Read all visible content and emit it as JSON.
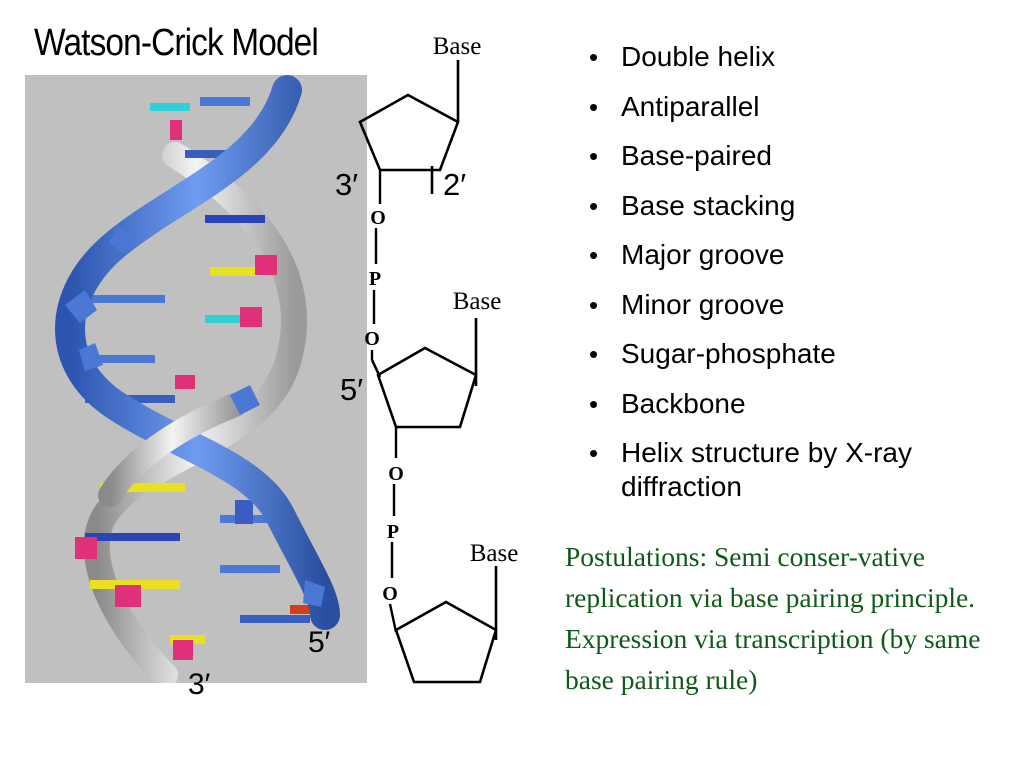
{
  "title": "Watson-Crick Model",
  "helix": {
    "end_bottom_left": "3′",
    "end_bottom_right": "5′"
  },
  "structure": {
    "base_labels": [
      "Base",
      "Base",
      "Base"
    ],
    "top_sugar_3prime": "3′",
    "top_sugar_2prime": "2′",
    "mid_sugar_5prime": "5′",
    "linker1": [
      "O",
      "P",
      "O"
    ],
    "linker2": [
      "O",
      "P",
      "O"
    ]
  },
  "bullets": [
    "Double helix",
    "Antiparallel",
    "Base-paired",
    "Base stacking",
    "Major groove",
    "Minor groove",
    "Sugar-phosphate",
    "Backbone",
    "Helix structure by X-ray diffraction"
  ],
  "bullet_symbol": "•",
  "postulations": "Postulations: Semi conser-vative replication via base pairing principle. Expression via transcription (by same base pairing rule)",
  "colors": {
    "postulation_text": "#0f5a1a",
    "panel_bg": "#c0c0c0",
    "blue_strand": "#4a78d4",
    "silver_strand": "#d8d8d8",
    "magenta_base": "#e0307a",
    "yellow_base": "#e8e020",
    "cyan_base": "#30d0d8"
  }
}
